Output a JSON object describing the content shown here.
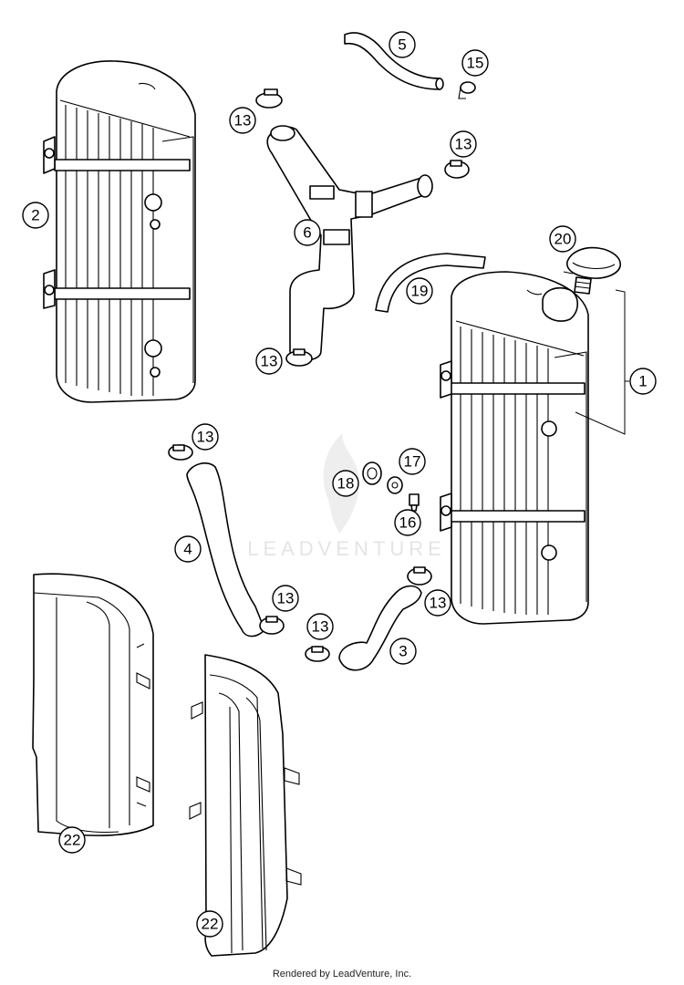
{
  "watermark": {
    "text": "LEADVENTURE"
  },
  "callouts": [
    {
      "id": "c1",
      "label": "1"
    },
    {
      "id": "c2",
      "label": "2"
    },
    {
      "id": "c3",
      "label": "3"
    },
    {
      "id": "c4",
      "label": "4"
    },
    {
      "id": "c5",
      "label": "5"
    },
    {
      "id": "c6",
      "label": "6"
    },
    {
      "id": "c13a",
      "label": "13"
    },
    {
      "id": "c13b",
      "label": "13"
    },
    {
      "id": "c13c",
      "label": "13"
    },
    {
      "id": "c13d",
      "label": "13"
    },
    {
      "id": "c13e",
      "label": "13"
    },
    {
      "id": "c13f",
      "label": "13"
    },
    {
      "id": "c13g",
      "label": "13"
    },
    {
      "id": "c15",
      "label": "15"
    },
    {
      "id": "c16",
      "label": "16"
    },
    {
      "id": "c17",
      "label": "17"
    },
    {
      "id": "c18",
      "label": "18"
    },
    {
      "id": "c19",
      "label": "19"
    },
    {
      "id": "c20",
      "label": "20"
    },
    {
      "id": "c22a",
      "label": "22"
    },
    {
      "id": "c22b",
      "label": "22"
    }
  ],
  "footer": {
    "text": "Rendered by LeadVenture, Inc."
  }
}
